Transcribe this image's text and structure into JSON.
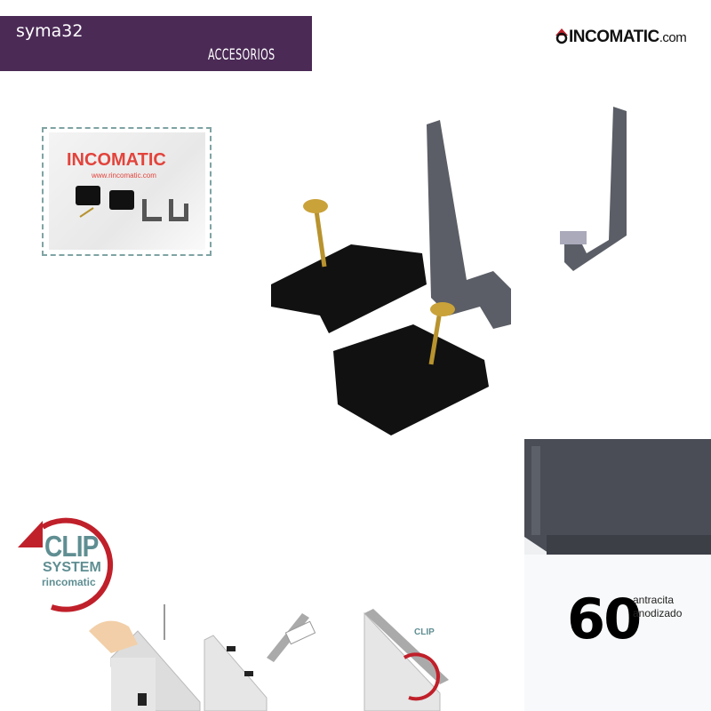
{
  "header": {
    "model": "syma32",
    "section": "ACCESORIOS"
  },
  "brand": {
    "name": "INCOMATIC",
    "suffix": ".com"
  },
  "package": {
    "brand": "INCOMATIC",
    "url": "www.rincomatic.com"
  },
  "clip_system": {
    "title": "CLIP",
    "subtitle": "SYSTEM",
    "brand": "rincomatic",
    "step_label": "CLIP"
  },
  "profile": {
    "size": "60",
    "color_1": "antracita",
    "color_2": "anodizado"
  },
  "colors": {
    "header": "#4b2a56",
    "teal": "#5f8e92",
    "red": "#c0202a",
    "profile": "#4a4d55"
  }
}
